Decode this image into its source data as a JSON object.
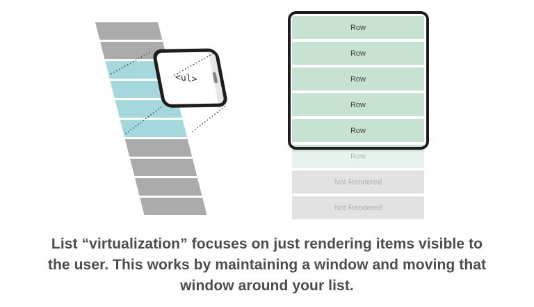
{
  "colors": {
    "barGray": "#ababab",
    "barTeal": "#a4d8dd",
    "rowGreen": "#c8e2d2",
    "rowGreenFaded": "#e8f3ed",
    "rowGray": "#e2e2e2",
    "rowText": "#3f3f3f",
    "rowTextFaded": "#b0bab4",
    "rowTextGray": "#b2b2b2",
    "frameBlack": "#1d1d1d",
    "captionGray": "#4c4c4c"
  },
  "phone": {
    "label": "<ul>"
  },
  "left_list": {
    "bar_colors": [
      "gray",
      "gray",
      "teal",
      "teal",
      "teal",
      "teal",
      "gray",
      "gray",
      "gray",
      "gray"
    ]
  },
  "right_list": {
    "rows": [
      {
        "label": "Row",
        "state": "rendered"
      },
      {
        "label": "Row",
        "state": "rendered"
      },
      {
        "label": "Row",
        "state": "rendered"
      },
      {
        "label": "Row",
        "state": "rendered"
      },
      {
        "label": "Row",
        "state": "rendered"
      },
      {
        "label": "Row",
        "state": "partially-rendered"
      },
      {
        "label": "Not Rendered",
        "state": "not-rendered"
      },
      {
        "label": "Not Rendered",
        "state": "not-rendered"
      }
    ]
  },
  "caption": {
    "lines": [
      "List “virtualization” focuses on just rendering items visible to",
      "the user. This works by maintaining a window and moving that",
      "window around your list."
    ]
  }
}
